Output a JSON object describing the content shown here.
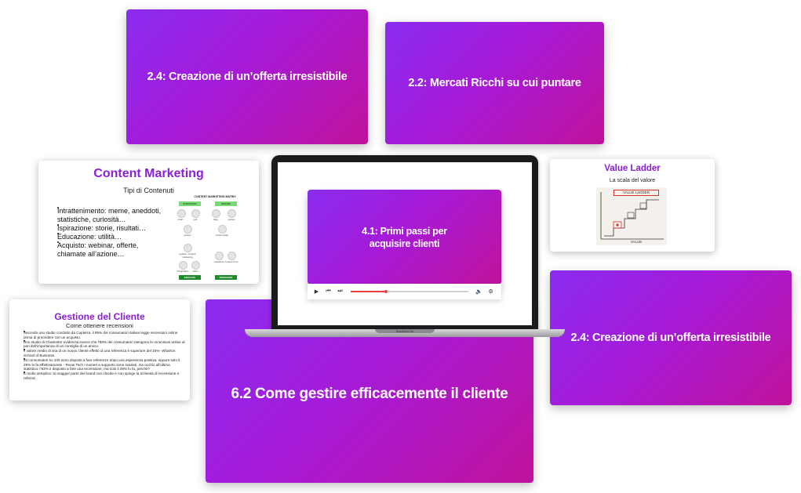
{
  "cards": {
    "top_left": "2.4: Creazione di un’offerta irresistibile",
    "top_right": "2.2: Mercati Ricchi su cui puntare",
    "right": "2.4: Creazione di un’offerta irresistibile",
    "bottom_center": "6.2 Come gestire efficacemente il cliente"
  },
  "content_marketing": {
    "title": "Content Marketing",
    "subtitle": "Tipi di Contenuti",
    "bullets": [
      "Intrattenimento: meme, aneddoti, statistiche, curiosità…",
      "Ispirazione: storie, risultati…",
      "Educazione: utilità…",
      "Acquisto: webinar, offerte, chiamate all’azione…"
    ],
    "matrix": {
      "title": "CONTENT MARKETING MATRIX",
      "tags": {
        "top_left": "ENTERTAIN",
        "top_right": "INSPIRE",
        "bottom_left": "EDUCATE",
        "bottom_right": "PERSUADE"
      },
      "items": [
        "chart",
        "poll",
        "blog",
        "stories",
        "quotes",
        "testimonials",
        "guides / content marketing",
        "workshop",
        "content from",
        "infographic",
        "video"
      ]
    }
  },
  "value_ladder": {
    "title": "Value Ladder",
    "subtitle": "La scala del valore",
    "sketch_title": "VALUE LADDER",
    "sketch_axis": "VALUE"
  },
  "gestione": {
    "title": "Gestione del Cliente",
    "subtitle": "Come ottenere recensioni",
    "bullets": [
      "Secondo uno studio condotto da Capterra, il 95% dei consumatori italiani legge recensioni online prima di procedere con un acquisto.",
      "Uno studio di Chatmeter evidenzia invece che l’88% dei consumatori ritengono le recensioni online al pari dell’importanza di un consiglio di un amico.",
      "Il valore medio di vita di un nuovo cliente effetto di una referenza è superiore del 16%- Wharton School of Business.",
      "83 consumatori su 100 sono disposti a fare referenze dopo una esperienza positiva, eppure solo il 29% lo fa effettivamente - Texas Tech I numeri a supporto sono svariati, ma occhio all’ultima statistica: l’83% è disposto a fare una recensione, ma solo il 29% lo fa, perché?",
      "È molto semplice: la maggior parte dei brand non chiede e non spinge la richiesta di recensione e referral."
    ]
  },
  "laptop": {
    "video_title": "4.1: Primi passi per acquisire clienti",
    "model": "MacBook Air",
    "progress": 0.3,
    "colors": {
      "progress": "#e8413e"
    }
  },
  "colors": {
    "gradient_start": "#8a2cf0",
    "gradient_end": "#c0129a",
    "title_purple": "#8a1fd8"
  }
}
